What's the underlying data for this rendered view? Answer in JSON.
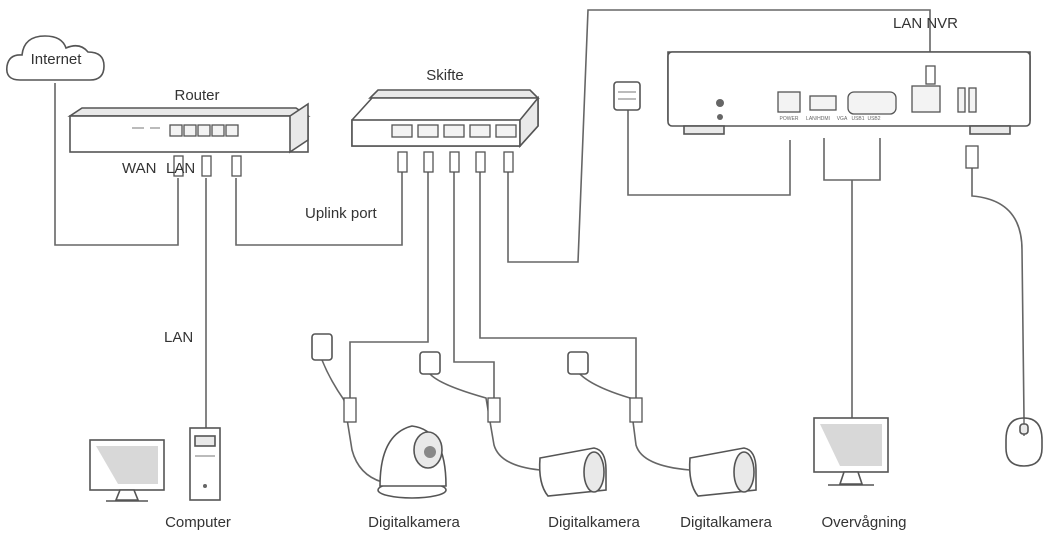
{
  "labels": {
    "internet": "Internet",
    "router": "Router",
    "wan": "WAN",
    "lan_router": "LAN",
    "switch": "Skifte",
    "uplink": "Uplink port",
    "lan_nvr": "LAN NVR",
    "lan_computer": "LAN",
    "computer": "Computer",
    "camera_1": "Digitalkamera",
    "camera_2": "Digitalkamera",
    "camera_3": "Digitalkamera",
    "monitor": "Overvågning"
  },
  "nvr_ports": [
    "POWER",
    "LAN/HDMI",
    "VGA",
    "USB1",
    "USB2"
  ]
}
